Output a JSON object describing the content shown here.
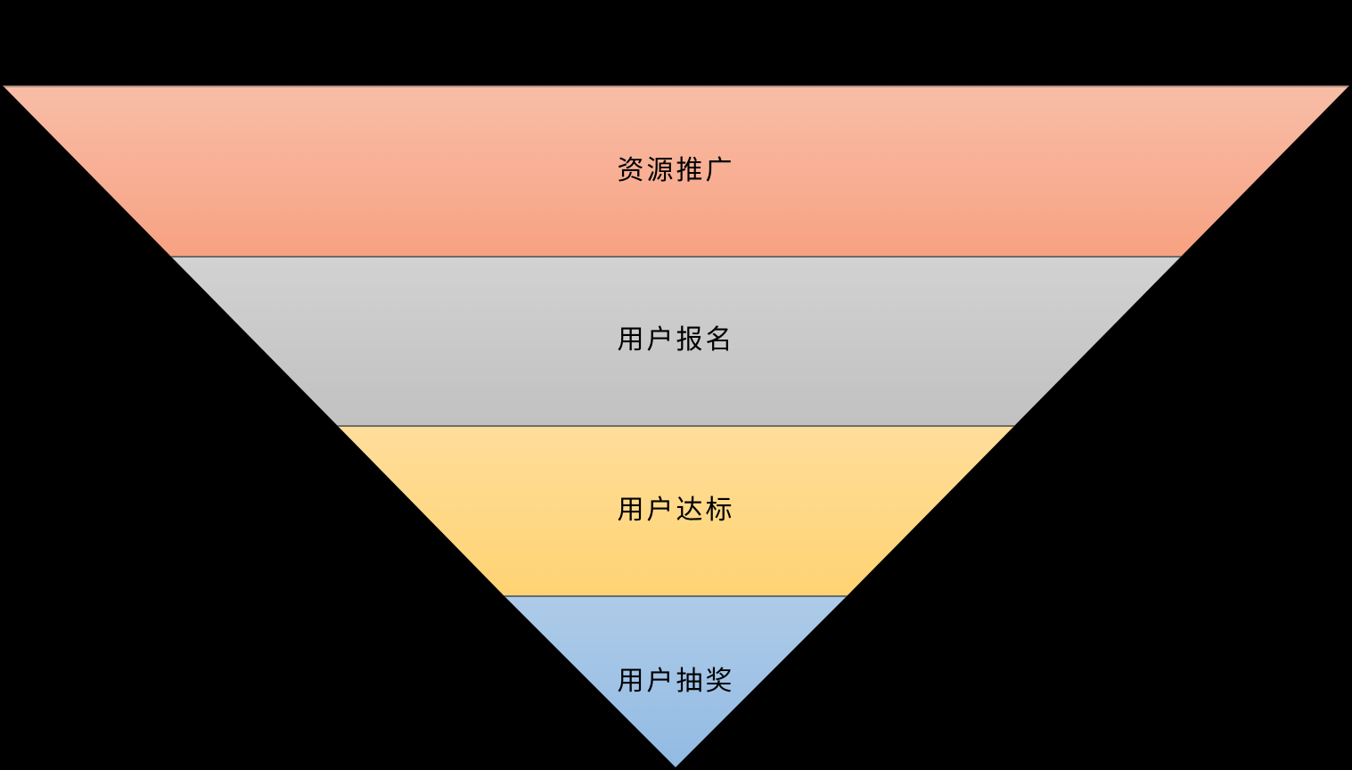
{
  "funnel": {
    "background_color": "#000000",
    "text_color": "#000000",
    "divider_color": "#595959",
    "layers": [
      {
        "label": "资源推广",
        "color_top": "#F8BDA7",
        "color_bottom": "#F7A282"
      },
      {
        "label": "用户报名",
        "color_top": "#D2D2D2",
        "color_bottom": "#C1C1C1"
      },
      {
        "label": "用户达标",
        "color_top": "#FFDE9B",
        "color_bottom": "#FFD373"
      },
      {
        "label": "用户抽奖",
        "color_top": "#AECBE8",
        "color_bottom": "#92BBE3"
      }
    ]
  }
}
